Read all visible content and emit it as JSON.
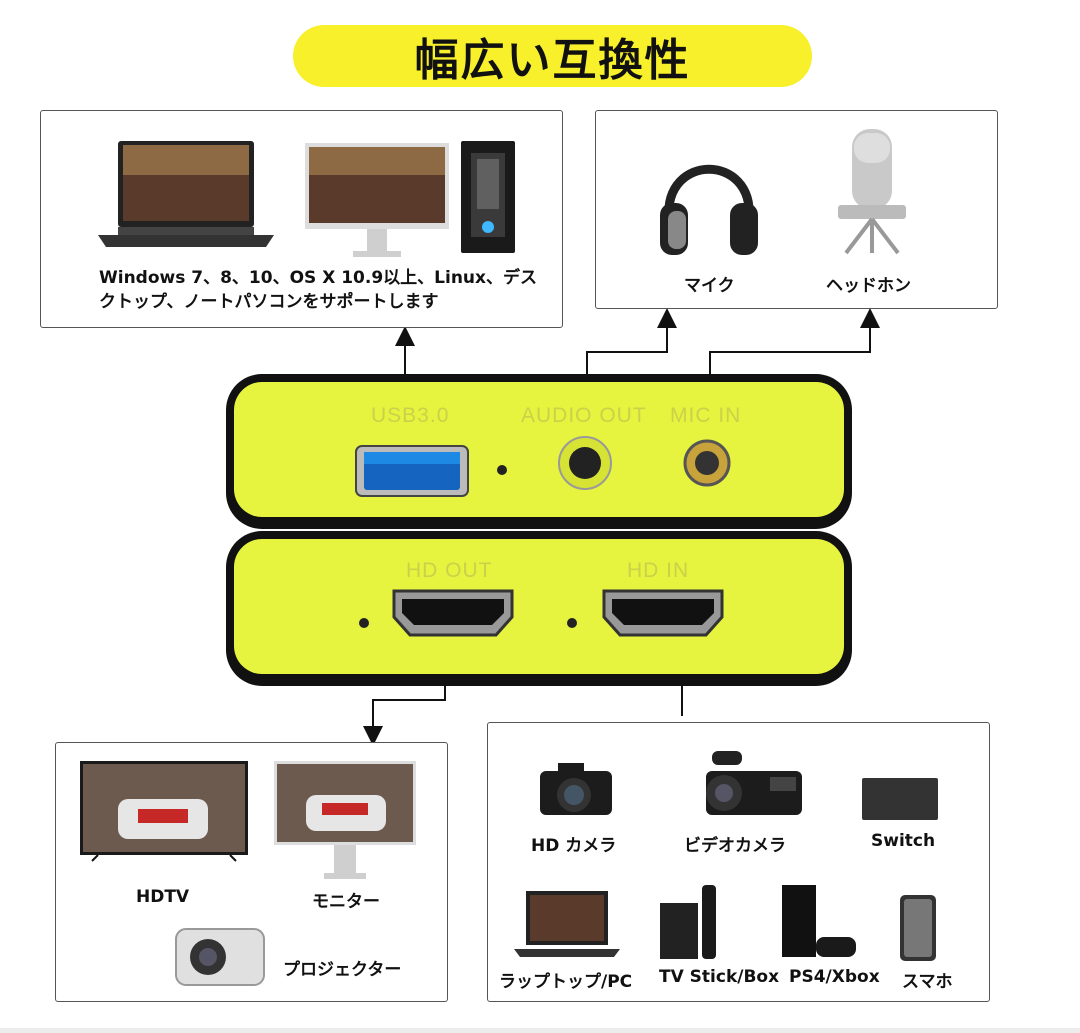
{
  "banner": {
    "title": "幅広い互換性"
  },
  "computers": {
    "description_line1": "Windows 7、8、10、OS X 10.9以上、Linux、デス",
    "description_line2": "クトップ、ノートパソコンをサポートします"
  },
  "audio": {
    "left_label": "マイク",
    "right_label": "ヘッドホン"
  },
  "device": {
    "usb_label": "USB3.0",
    "audio_out_label": "AUDIO OUT",
    "mic_in_label": "MIC IN",
    "hd_out_label": "HD OUT",
    "hd_in_label": "HD IN"
  },
  "outputs": {
    "hdtv": "HDTV",
    "monitor": "モニター",
    "projector": "プロジェクター"
  },
  "inputs": {
    "hd_camera": "HD カメラ",
    "video_camera": "ビデオカメラ",
    "switch": "Switch",
    "laptop": "ラップトップ/PC",
    "tv_stick": "TV Stick/Box",
    "ps4": "PS4/Xbox",
    "smartphone": "スマホ"
  },
  "colors": {
    "banner": "#f7f02a",
    "device_face": "#e6f33f",
    "device_body": "#111111"
  }
}
